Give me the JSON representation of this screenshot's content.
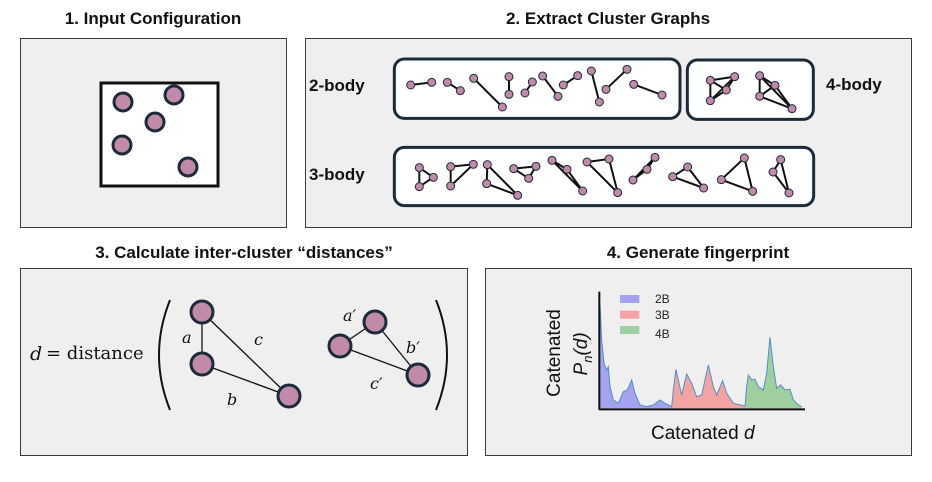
{
  "panels": {
    "input": {
      "title": "1. Input Configuration"
    },
    "extract": {
      "title": "2. Extract Cluster Graphs",
      "labels": {
        "two_body": "2-body",
        "three_body": "3-body",
        "four_body": "4-body"
      }
    },
    "distances": {
      "title": "3. Calculate inter-cluster “distances”",
      "formula_d": "d",
      "formula_eq": "= distance",
      "edge_labels": {
        "a": "a",
        "b": "b",
        "c": "c",
        "a_prime": "a′",
        "b_prime": "b′",
        "c_prime": "c′"
      }
    },
    "fingerprint": {
      "title": "4. Generate fingerprint",
      "legend": [
        "2B",
        "3B",
        "4B"
      ],
      "ylabel_top": "Catenated",
      "ylabel_bottom": "P",
      "ylabel_sub": "n",
      "ylabel_arg": "(d)",
      "xlabel": "Catenated",
      "xlabel_var": "d"
    }
  },
  "colors": {
    "node": "#c08aa8",
    "box_border": "#1b2b3a",
    "series_2b": "#a3a3f0",
    "series_3b": "#f4a3a3",
    "series_4b": "#9fcf9f",
    "curve": "#4f8fc8"
  }
}
